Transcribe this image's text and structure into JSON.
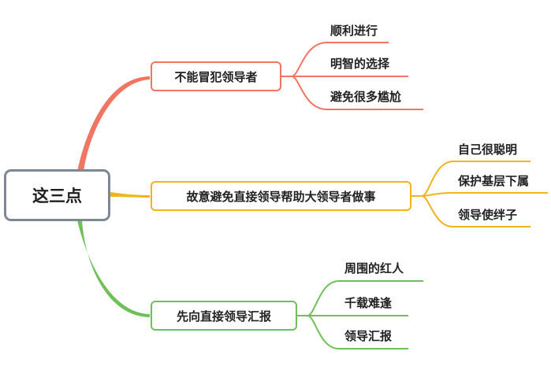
{
  "root": {
    "label": "这三点"
  },
  "branches": [
    {
      "label": "不能冒犯领导者",
      "color": "#f07563",
      "leaves": [
        "顺利进行",
        "明智的选择",
        "避免很多尴尬"
      ]
    },
    {
      "label": "故意避免直接领导帮助大领导者做事",
      "color": "#f2b31b",
      "leaves": [
        "自己很聪明",
        "保护基层下属",
        "领导使绊子"
      ]
    },
    {
      "label": "先向直接领导汇报",
      "color": "#6fc05a",
      "leaves": [
        "周围的红人",
        "千载难逢",
        "领导汇报"
      ]
    }
  ]
}
